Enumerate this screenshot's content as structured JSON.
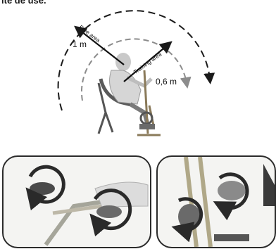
{
  "header": {
    "text": "ite de use."
  },
  "diagram": {
    "label_free_distance": "1 m",
    "label_free_area": "Free area",
    "label_training_area": "Training area",
    "label_training_distance": "0,6 m"
  },
  "colors": {
    "outer_arc": "#1a1a1a",
    "inner_arc": "#8c8c8c",
    "rotation_arrow": "#2a2a2a",
    "frame_border": "#2b2b2b"
  },
  "icons": [
    "rotation-arrow-icon",
    "direction-arrow-icon"
  ]
}
